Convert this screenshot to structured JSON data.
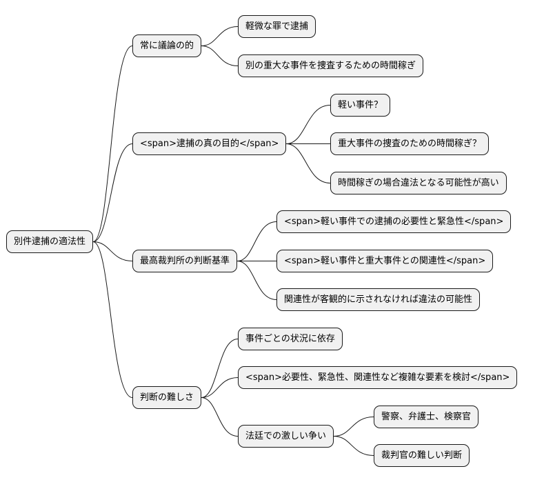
{
  "mindmap": {
    "root": {
      "id": "root",
      "label": "別件逮捕の適法性"
    },
    "branches": [
      {
        "id": "b1",
        "label": "常に議論の的",
        "children": [
          {
            "id": "b1c1",
            "label": "軽微な罪で逮捕"
          },
          {
            "id": "b1c2",
            "label": "別の重大な事件を捜査するための時間稼ぎ"
          }
        ]
      },
      {
        "id": "b2",
        "label": "<span>逮捕の真の目的</span>",
        "children": [
          {
            "id": "b2c1",
            "label": "軽い事件？"
          },
          {
            "id": "b2c2",
            "label": "重大事件の捜査のための時間稼ぎ？"
          },
          {
            "id": "b2c3",
            "label": "時間稼ぎの場合違法となる可能性が高い"
          }
        ]
      },
      {
        "id": "b3",
        "label": "最高裁判所の判断基準",
        "children": [
          {
            "id": "b3c1",
            "label": "<span>軽い事件での逮捕の必要性と緊急性</span>"
          },
          {
            "id": "b3c2",
            "label": "<span>軽い事件と重大事件との関連性</span>"
          },
          {
            "id": "b3c3",
            "label": "関連性が客観的に示されなければ違法の可能性"
          }
        ]
      },
      {
        "id": "b4",
        "label": "判断の難しさ",
        "children": [
          {
            "id": "b4c1",
            "label": "事件ごとの状況に依存"
          },
          {
            "id": "b4c2",
            "label": "<span>必要性、緊急性、関連性など複雑な要素を検討</span>"
          },
          {
            "id": "b4c3",
            "label": "法廷での激しい争い",
            "children": [
              {
                "id": "b4c3a",
                "label": "警察、弁護士、検察官"
              },
              {
                "id": "b4c3b",
                "label": "裁判官の難しい判断"
              }
            ]
          }
        ]
      }
    ]
  }
}
